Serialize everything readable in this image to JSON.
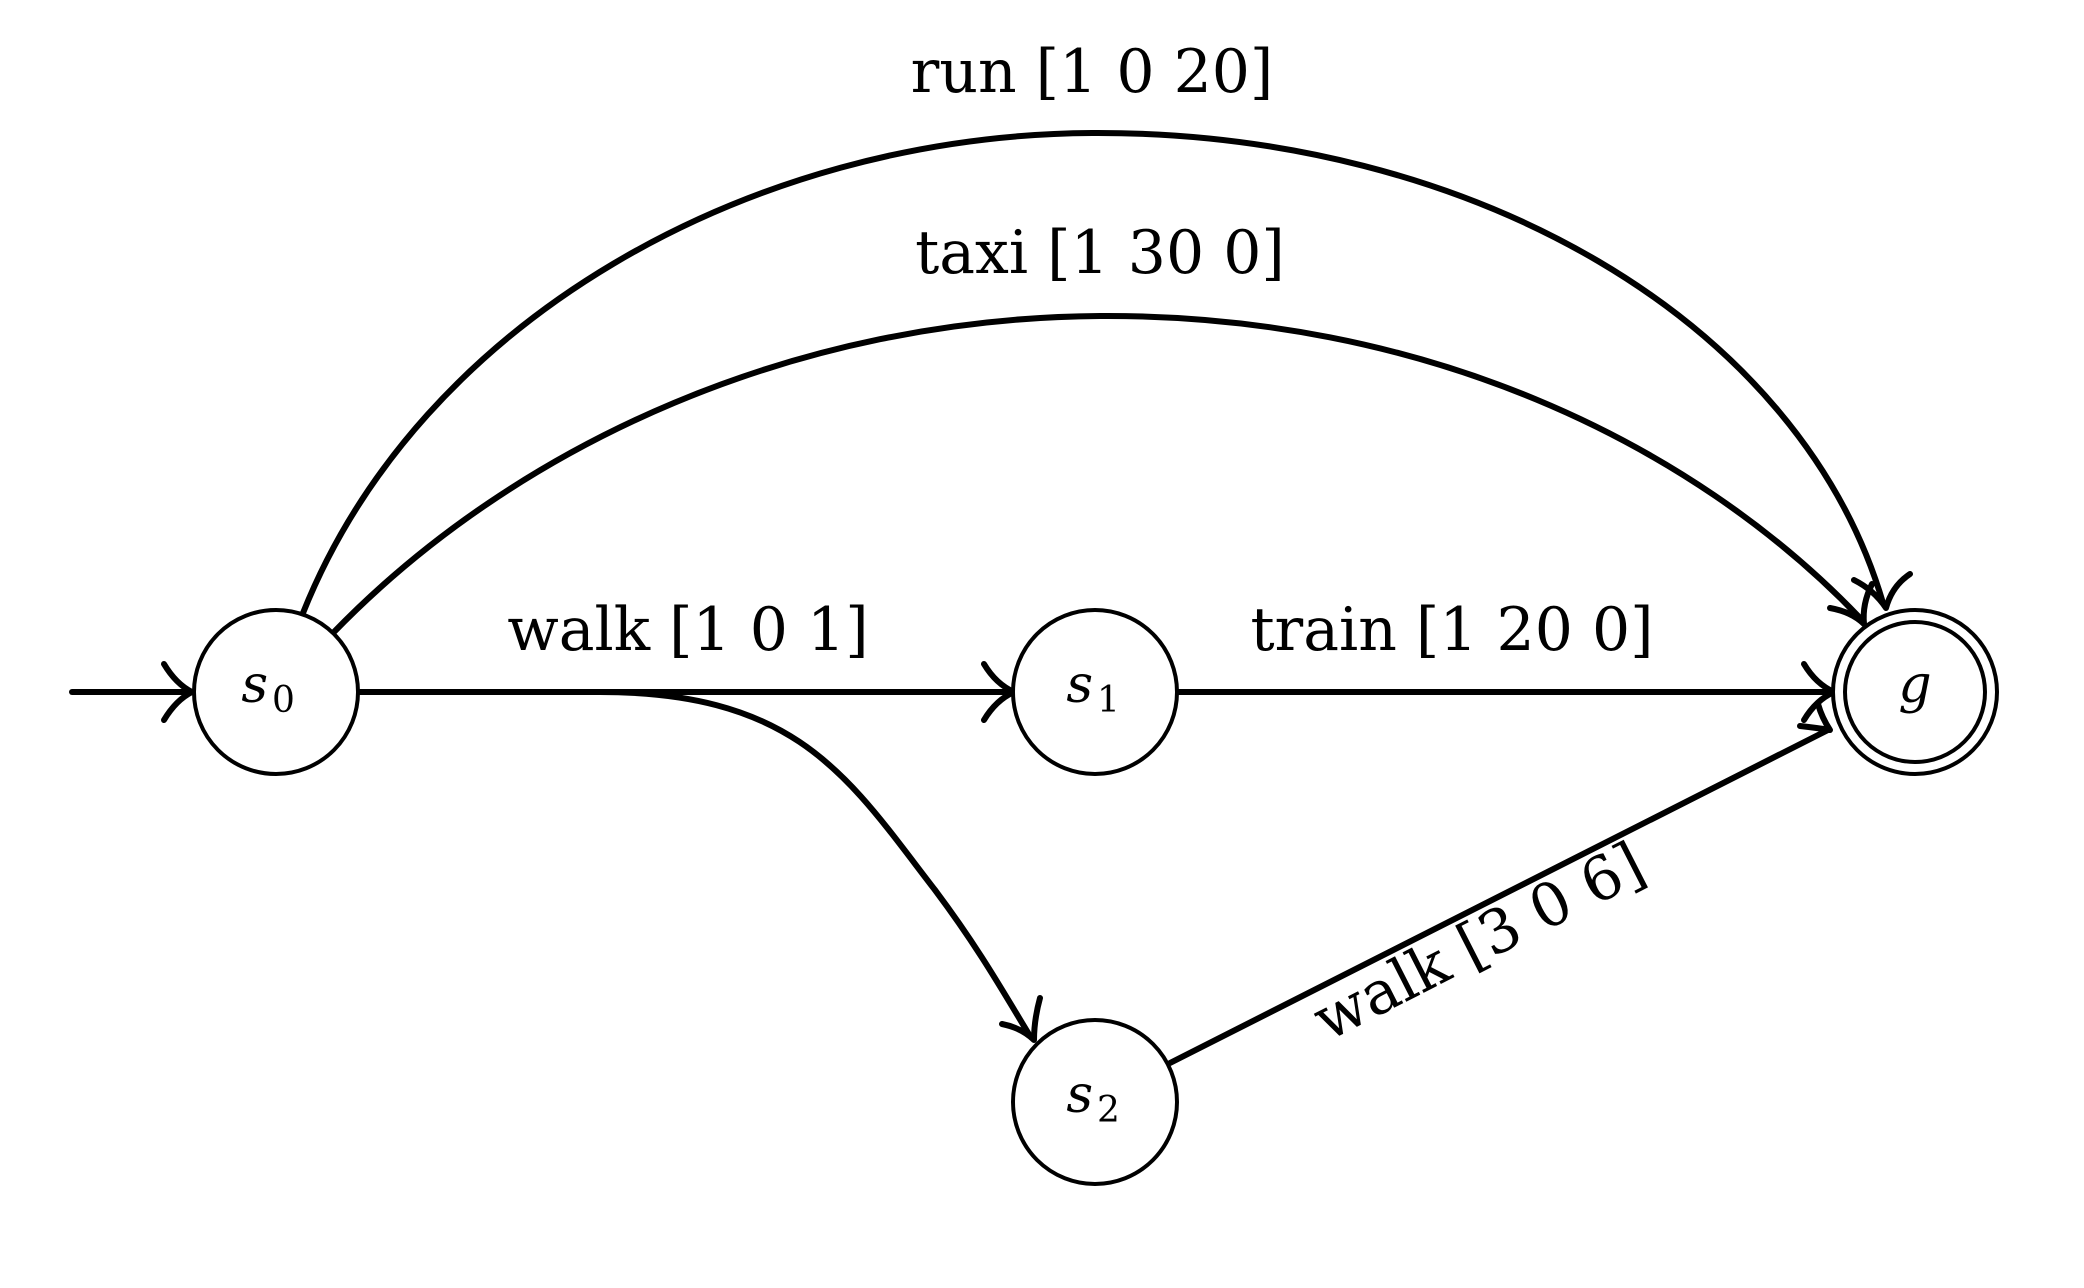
{
  "states": {
    "s0": {
      "name": "s",
      "sub": "0"
    },
    "s1": {
      "name": "s",
      "sub": "1"
    },
    "s2": {
      "name": "s",
      "sub": "2"
    },
    "g": {
      "name": "g",
      "sub": ""
    }
  },
  "edges": {
    "run": "run [1 0 20]",
    "taxi": "taxi [1 30 0]",
    "walk_s0_s1": "walk [1 0 1]",
    "train": "train [1 20 0]",
    "walk_s2_g": "walk [3 0 6]"
  },
  "initial_state": "s0",
  "accepting_state": "g"
}
